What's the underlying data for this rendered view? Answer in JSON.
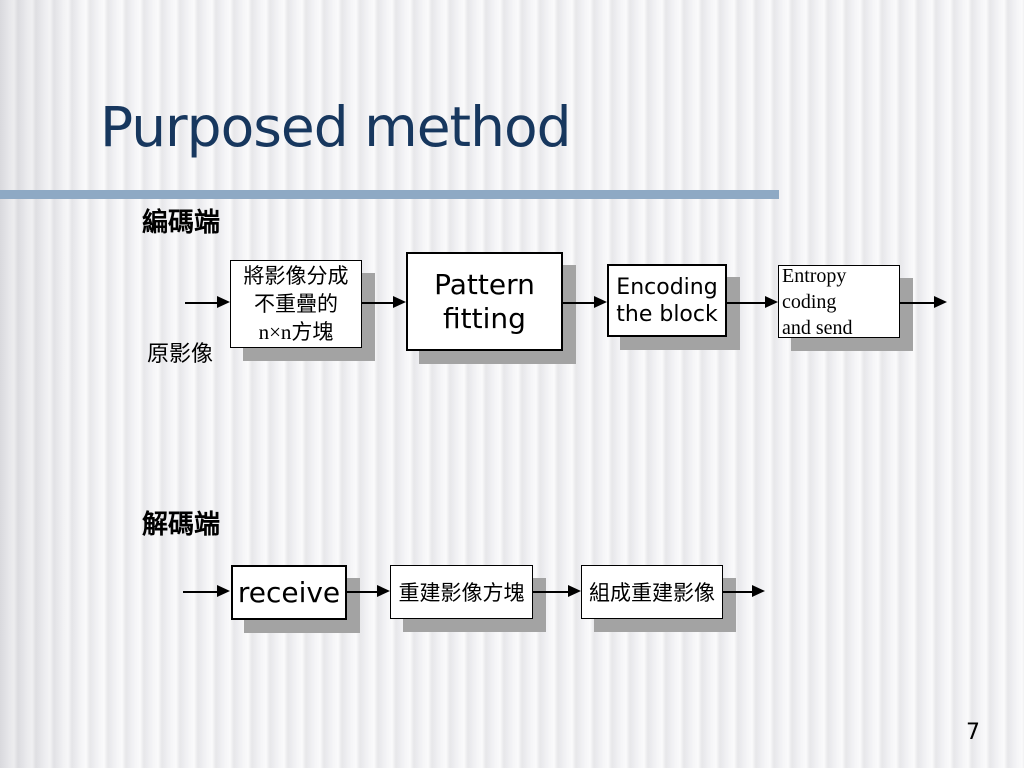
{
  "slide": {
    "title": "Purposed method",
    "page_number": "7"
  },
  "encoder": {
    "section_label": "編碼端",
    "input_label": "原影像",
    "boxes": [
      "將影像分成\n不重疊的\nn×n方塊",
      "Pattern\nfitting",
      "Encoding\nthe block",
      "Entropy coding\nand send"
    ]
  },
  "decoder": {
    "section_label": "解碼端",
    "boxes": [
      "receive",
      "重建影像方塊",
      "組成重建影像"
    ]
  },
  "colors": {
    "title_text": "#17375E",
    "title_rule": "#8EA9C4",
    "box_shadow": "#A3A3A3",
    "box_border": "#000000",
    "box_fill": "#FFFFFF"
  }
}
